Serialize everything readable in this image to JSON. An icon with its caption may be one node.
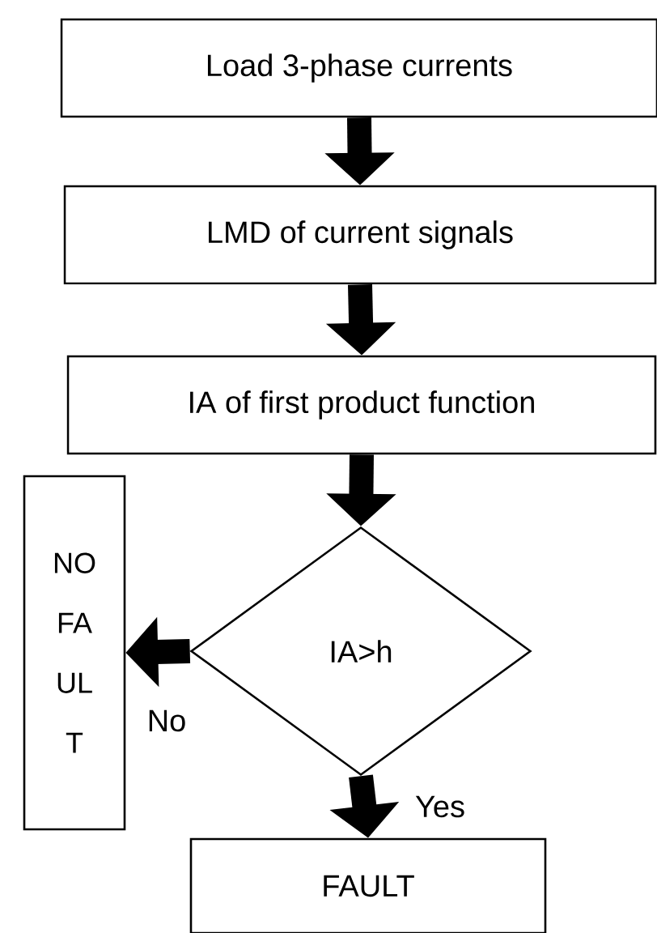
{
  "diagram": {
    "nodes": [
      {
        "text": [
          "Load 3-phase currents"
        ]
      },
      {
        "text": [
          "LMD of current signals"
        ]
      },
      {
        "text": [
          "IA of first product function"
        ]
      },
      {
        "text": [
          "IA>h"
        ]
      },
      {
        "text": [
          "NO FA UL T"
        ]
      },
      {
        "text": [
          "FAULT"
        ]
      }
    ],
    "edges": [
      {
        "from": 0,
        "to": 1,
        "arrow": "to"
      },
      {
        "from": 1,
        "to": 2,
        "arrow": "to"
      },
      {
        "from": 2,
        "to": 3,
        "arrow": "to"
      },
      {
        "from": 3,
        "to": 4,
        "arrow": "to",
        "label": "No"
      },
      {
        "from": 3,
        "to": 5,
        "arrow": "to",
        "label": "Yes"
      }
    ]
  }
}
